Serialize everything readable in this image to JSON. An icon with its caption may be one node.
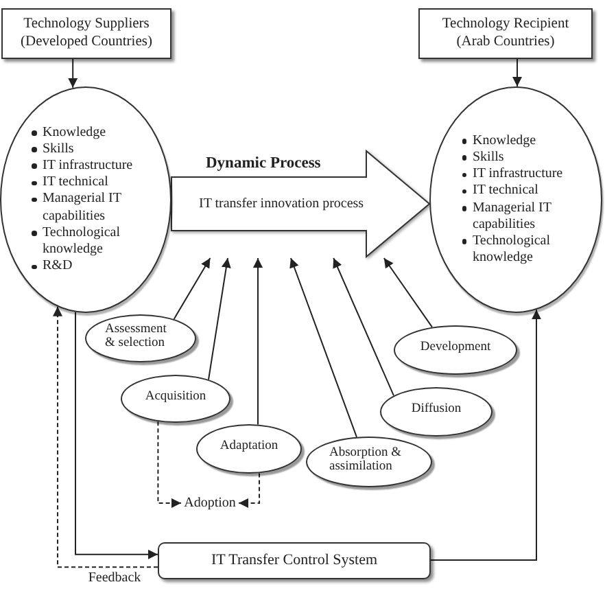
{
  "diagram": {
    "nodes": [
      {
        "text": [
          "Technology Suppliers (Developed Countries)"
        ]
      },
      {
        "text": [
          "Knowledge",
          "Skills",
          "IT infrastructure",
          "IT technical",
          "Managerial IT capabilities",
          "Technological knowledge",
          "R&D"
        ]
      },
      {
        "text": [
          "Technology Recipient (Arab Countries)"
        ]
      },
      {
        "text": [
          "Knowledge",
          "Skills",
          "IT infrastructure",
          "IT technical",
          "Managerial IT capabilities",
          "Technological knowledge"
        ]
      },
      {
        "text": [
          "Dynamic Process",
          "IT transfer innovation process"
        ]
      },
      {
        "text": [
          "Assessment & selection"
        ]
      },
      {
        "text": [
          "Acquisition"
        ]
      },
      {
        "text": [
          "Adaptation"
        ]
      },
      {
        "text": [
          "Absorption & assimilation"
        ]
      },
      {
        "text": [
          "Diffusion"
        ]
      },
      {
        "text": [
          "Development"
        ]
      },
      {
        "text": [
          "Adoption"
        ]
      },
      {
        "text": [
          "IT Transfer Control System"
        ]
      }
    ],
    "edges": [
      {
        "from": 0,
        "to": 1,
        "arrow": "to"
      },
      {
        "from": 2,
        "to": 3,
        "arrow": "to"
      },
      {
        "from": 5,
        "to": 4,
        "arrow": "to"
      },
      {
        "from": 6,
        "to": 4,
        "arrow": "to"
      },
      {
        "from": 7,
        "to": 4,
        "arrow": "to"
      },
      {
        "from": 8,
        "to": 4,
        "arrow": "to"
      },
      {
        "from": 9,
        "to": 4,
        "arrow": "to"
      },
      {
        "from": 10,
        "to": 4,
        "arrow": "to"
      },
      {
        "from": 6,
        "to": 11,
        "arrow": "to",
        "style": "dashed"
      },
      {
        "from": 7,
        "to": 11,
        "arrow": "to",
        "style": "dashed"
      },
      {
        "from": 12,
        "to": 3,
        "arrow": "to"
      },
      {
        "from": 1,
        "to": 12,
        "arrow": "to"
      },
      {
        "from": 12,
        "to": 1,
        "arrow": "to",
        "style": "dashed",
        "label": "Feedback"
      },
      {
        "from": 1,
        "to": 3,
        "arrow": "to"
      }
    ]
  }
}
